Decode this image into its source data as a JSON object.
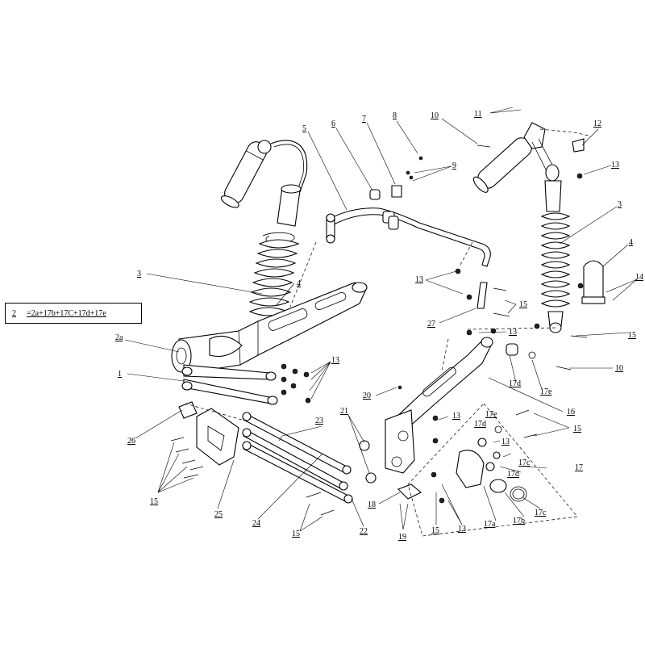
{
  "formula": {
    "number": "2",
    "expression": "=2a+17b+17C+17d+17e"
  },
  "callouts": [
    "1",
    "2a",
    "3",
    "3",
    "4",
    "4",
    "5",
    "6",
    "7",
    "8",
    "9",
    "10",
    "10",
    "11",
    "12",
    "13",
    "13",
    "13",
    "13",
    "13",
    "13",
    "13",
    "14",
    "15",
    "15",
    "15",
    "15",
    "15",
    "15",
    "16",
    "17",
    "17a",
    "17b",
    "17c",
    "17c",
    "17d",
    "17d",
    "17d",
    "17e",
    "17e",
    "18",
    "19",
    "20",
    "21",
    "22",
    "23",
    "24",
    "25",
    "26",
    "27"
  ]
}
